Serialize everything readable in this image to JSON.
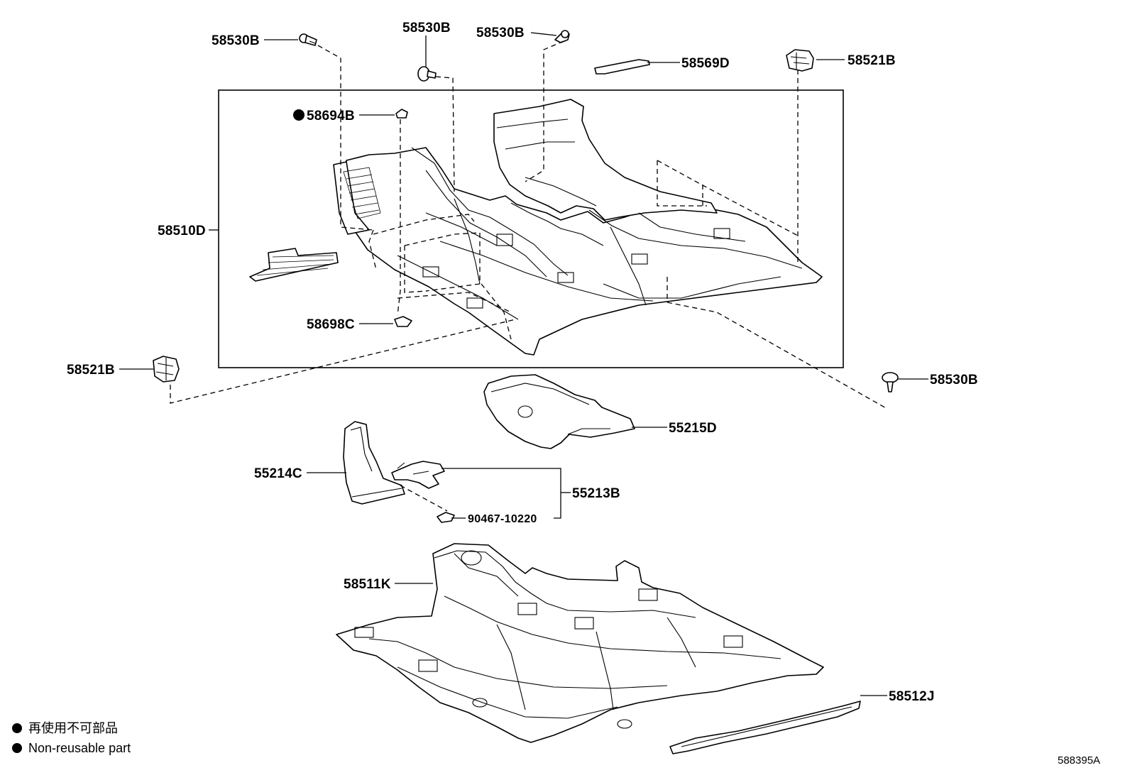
{
  "labels": {
    "p58530B_a": "58530B",
    "p58530B_b": "58530B",
    "p58530B_c": "58530B",
    "p58530B_d": "58530B",
    "p58569D": "58569D",
    "p58521B_a": "58521B",
    "p58521B_b": "58521B",
    "p58694B": "58694B",
    "p58510D": "58510D",
    "p58698C": "58698C",
    "p55215D": "55215D",
    "p55214C": "55214C",
    "p55213B": "55213B",
    "p90467": "90467-10220",
    "p58511K": "58511K",
    "p58512J": "58512J"
  },
  "legend": {
    "line_ja": "再使用不可部品",
    "line_en": "Non-reusable part"
  },
  "diagram_code": "588395A"
}
